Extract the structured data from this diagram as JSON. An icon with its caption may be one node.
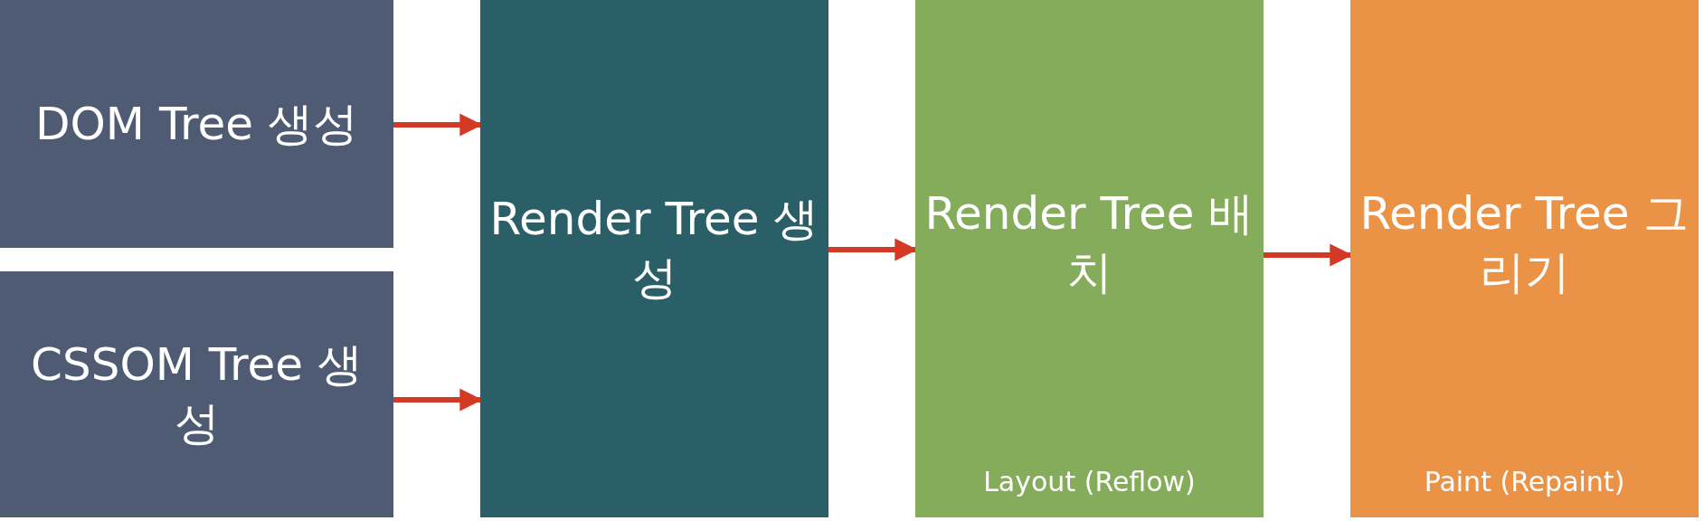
{
  "diagram": {
    "nodes": [
      {
        "text": [
          "DOM Tree 생성"
        ]
      },
      {
        "text": [
          "CSSOM Tree 생성"
        ]
      },
      {
        "text": [
          "Render Tree 생성"
        ]
      },
      {
        "text": [
          "Render Tree 배치",
          "Layout (Reflow)"
        ]
      },
      {
        "text": [
          "Render Tree 그리기",
          "Paint (Repaint)"
        ]
      }
    ],
    "edges": [
      {
        "from": 0,
        "to": 2,
        "arrow": "to"
      },
      {
        "from": 1,
        "to": 2,
        "arrow": "to"
      },
      {
        "from": 2,
        "to": 3,
        "arrow": "to"
      },
      {
        "from": 3,
        "to": 4,
        "arrow": "to"
      }
    ]
  }
}
